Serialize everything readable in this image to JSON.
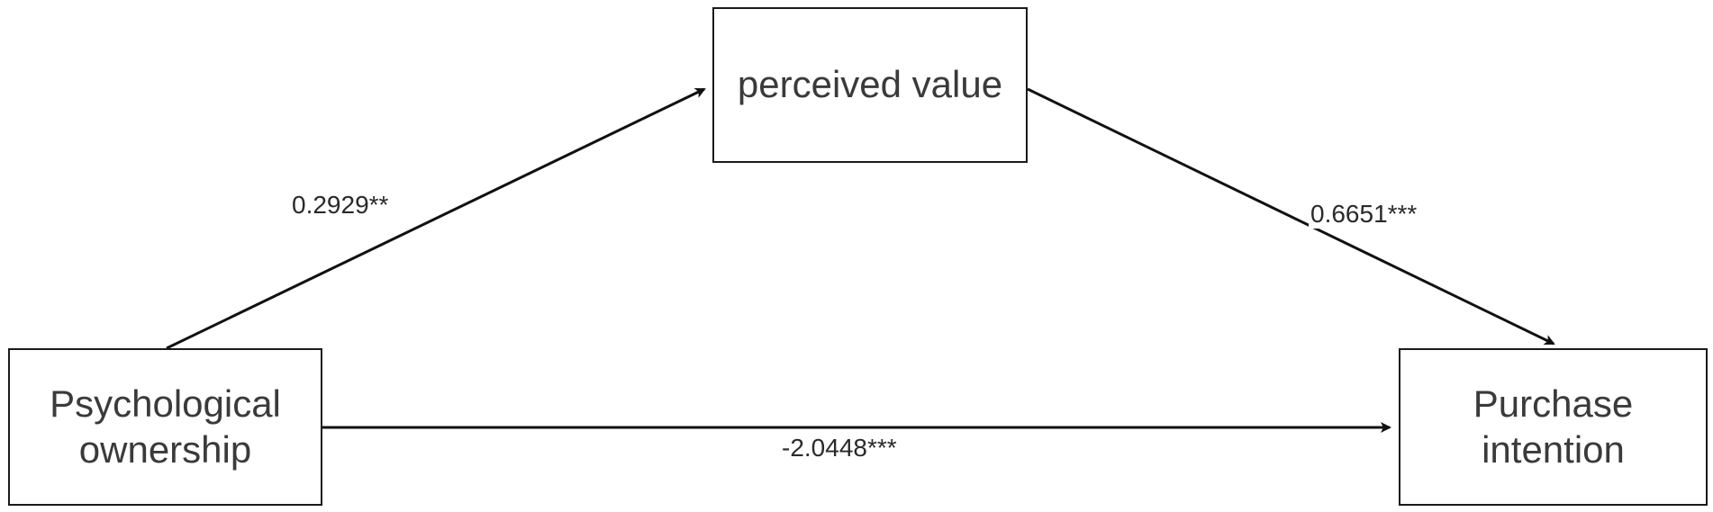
{
  "nodes": {
    "mediator": {
      "label": "perceived value"
    },
    "independent": {
      "label_line1": "Psychological",
      "label_line2": "ownership"
    },
    "dependent": {
      "label": "Purchase intention"
    }
  },
  "edges": {
    "a_path": {
      "label": "0.2929**"
    },
    "b_path": {
      "label": "0.6651***"
    },
    "c_path": {
      "label": "-2.0448***"
    }
  },
  "colors": {
    "line": "#111111",
    "border": "#1a1a1a",
    "text": "#3a3a3a"
  }
}
